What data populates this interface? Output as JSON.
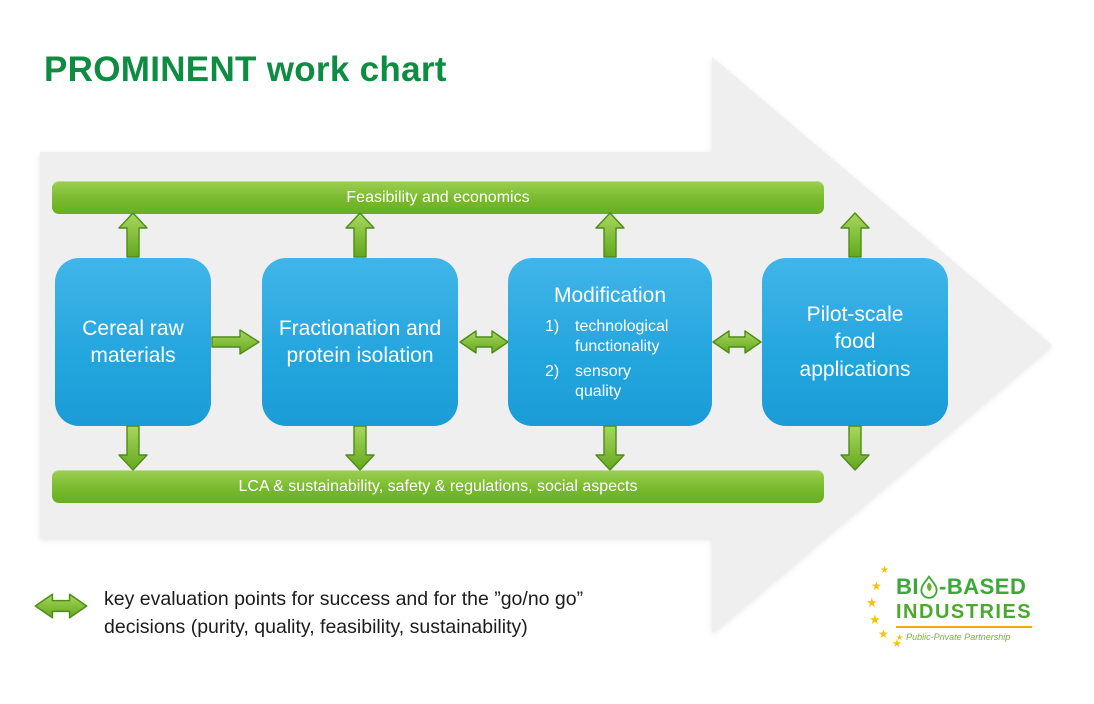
{
  "title": "PROMINENT work chart",
  "bars": {
    "top": "Feasibility and economics",
    "bottom": "LCA & sustainability, safety & regulations, social aspects"
  },
  "boxes": [
    {
      "label": "Cereal raw materials"
    },
    {
      "label": "Fractionation and protein isolation"
    },
    {
      "title": "Modification",
      "markers": [
        "1)",
        "2)"
      ],
      "items": [
        "technological functionality",
        "sensory quality"
      ]
    },
    {
      "label": "Pilot-scale food applications"
    }
  ],
  "legend": {
    "line1": "key evaluation points for success and for the ”go/no go”",
    "line2": "decisions (purity, quality, feasibility, sustainability)"
  },
  "logo": {
    "bio": "BI",
    "based": "-BASED",
    "industries": "INDUSTRIES",
    "tagline": "Public-Private Partnership"
  },
  "colors": {
    "title_green": "#0e8c41",
    "bar_green": "#76b82a",
    "box_blue": "#27a9e1",
    "arrow_green": "#84c236",
    "background_arrow_gray": "#efefef",
    "logo_green": "#3aa935",
    "star_gold": "#f5c400"
  }
}
